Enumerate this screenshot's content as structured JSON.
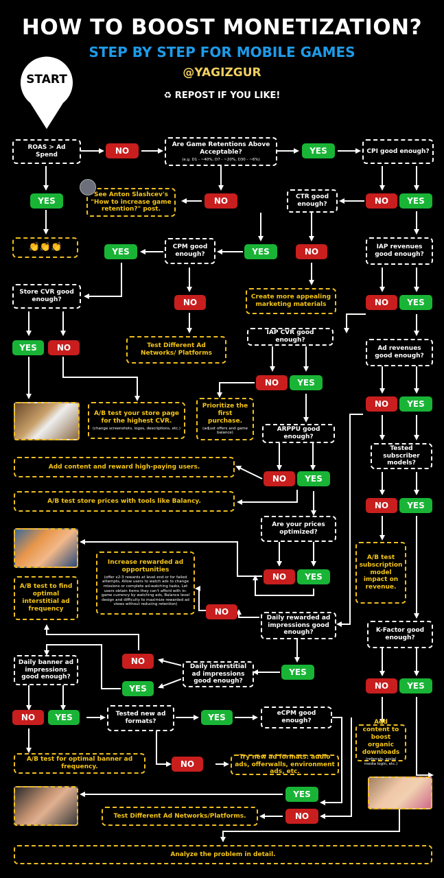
{
  "header": {
    "title": "HOW TO BOOST MONETIZATION?",
    "subtitle": "STEP BY STEP FOR MOBILE GAMES",
    "author": "@YAGIZGUR",
    "repost": "♻ REPOST IF YOU LIKE!",
    "start": "START"
  },
  "nodes": {
    "roas": "ROAS > Ad Spend",
    "retention": "Are Game Retentions Above Acceptable?",
    "retention_note": "(e.g. D1 - ~40%, D7 - ~20%, D30 - ~6%)",
    "cpi": "CPI good enough?",
    "slashcev": "See Anton Slashcev's \"How to increase game retention?\" post.",
    "ctr": "CTR good enough?",
    "clap": "👏👏👏",
    "cpm": "CPM good enough?",
    "iap_rev": "IAP revenues good enough?",
    "store_cvr": "Store CVR good enough?",
    "appealing": "Create more appealing marketing materials",
    "test_networks_1": "Test Different Ad Networks/ Platforms",
    "iap_cvr": "IAP CVR good enough?",
    "ad_rev": "Ad revenues good enough?",
    "ab_store": "A/B test your store page for the highest CVR.",
    "ab_store_note": "(change screenshots, logos, descriptions, etc.)",
    "first_purchase": "Prioritize the first purchase.",
    "first_purchase_note": "(adjust offers and game balance)",
    "arppu": "ARPPU good enough?",
    "subscriber": "Tested subscriber models?",
    "add_content": "Add content and reward high-paying users.",
    "ab_prices": "A/B test store prices with tools like Balancy.",
    "prices_opt": "Are your prices optimized?",
    "sub_test": "A/B test subscription model impact on revenue.",
    "rewarded_title": "Increase rewarded ad opportunities",
    "rewarded_note": "(offer x2-3 rewards at level end or for failed attempts, Allow users to watch ads to change missions or complete ad-watching tasks, Let users obtain items they can't afford with in-game currency by watching ads, Balance level design and difficulty to maximize rewarded ad views without reducing retention)",
    "interstitial_freq": "A/B test to find optimal interstitial ad frequency",
    "daily_rewarded": "Daily rewarded ad impressions good enough?",
    "kfactor": "K-Factor good enough?",
    "daily_banner": "Daily banner ad impressions good enough?",
    "daily_interstitial": "Daily interstitial ad impressions good enough?",
    "tested_formats": "Tested new ad formats?",
    "ecpm": "eCPM good enough?",
    "organic": "Add content to boost organic downloads",
    "organic_note": "(referrals, social media login, etc.)",
    "banner_freq": "A/B test for optimal banner ad frequency.",
    "new_formats": "Try new ad formats: audio ads, offerwalls, environment ads, etc.",
    "test_networks_2": "Test Different Ad Networks/Platforms.",
    "analyze": "Analyze the problem in detail."
  },
  "labels": {
    "yes": "YES",
    "no": "NO"
  },
  "colors": {
    "yes": "#19b436",
    "no": "#c81e1e",
    "accent": "#1e9be8",
    "highlight": "#f0c020"
  }
}
